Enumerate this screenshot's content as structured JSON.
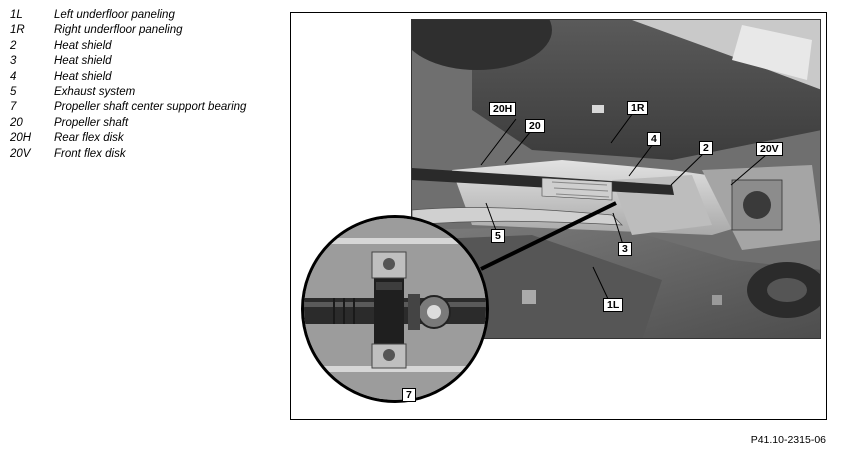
{
  "legend": [
    {
      "code": "1L",
      "description": "Left underfloor paneling"
    },
    {
      "code": "1R",
      "description": "Right underfloor paneling"
    },
    {
      "code": "2",
      "description": "Heat shield"
    },
    {
      "code": "3",
      "description": "Heat shield"
    },
    {
      "code": "4",
      "description": "Heat shield"
    },
    {
      "code": "5",
      "description": "Exhaust system"
    },
    {
      "code": "7",
      "description": "Propeller shaft center support bearing"
    },
    {
      "code": "20",
      "description": "Propeller shaft"
    },
    {
      "code": "20H",
      "description": "Rear flex disk"
    },
    {
      "code": "20V",
      "description": "Front flex disk"
    }
  ],
  "figure": {
    "callouts": {
      "c20h": "20H",
      "c1r": "1R",
      "c20": "20",
      "c4": "4",
      "c2": "2",
      "c20v": "20V",
      "c5": "5",
      "c3": "3",
      "c1l": "1L",
      "c7": "7"
    },
    "figure_id": "P41.10-2315-06"
  }
}
